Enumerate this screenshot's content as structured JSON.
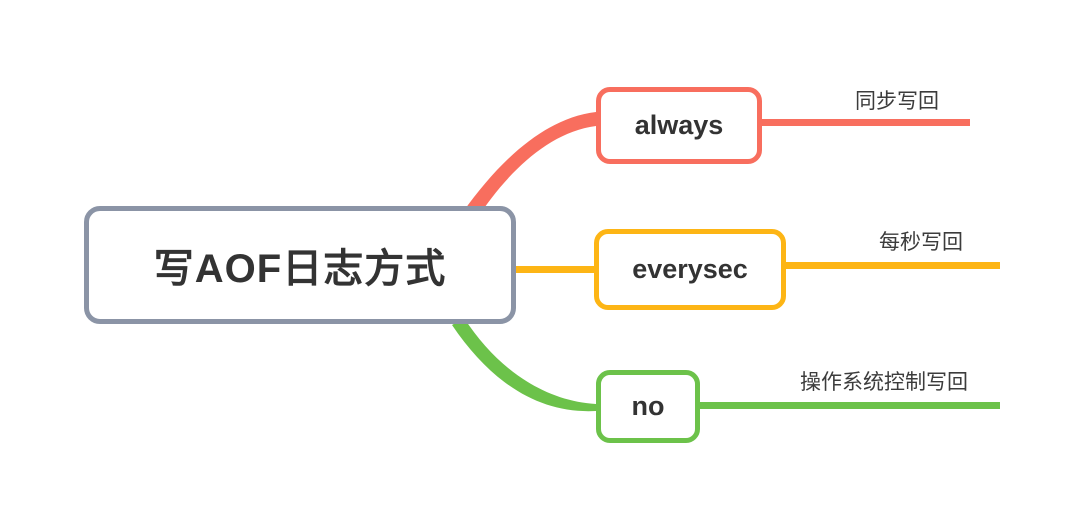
{
  "diagram": {
    "type": "mind-map",
    "title": "写AOF日志方式",
    "root": {
      "label": "写AOF日志方式",
      "border_color": "#8B94A6",
      "text_color": "#333333"
    },
    "branches": [
      {
        "id": "always",
        "label": "always",
        "edge_label": "同步写回",
        "color": "#F86E5E",
        "position": "top"
      },
      {
        "id": "everysec",
        "label": "everysec",
        "edge_label": "每秒写回",
        "color": "#FDB515",
        "position": "middle"
      },
      {
        "id": "no",
        "label": "no",
        "edge_label": "操作系统控制写回",
        "color": "#6CC24A",
        "position": "bottom"
      }
    ],
    "background_color": "#FFFFFF"
  }
}
